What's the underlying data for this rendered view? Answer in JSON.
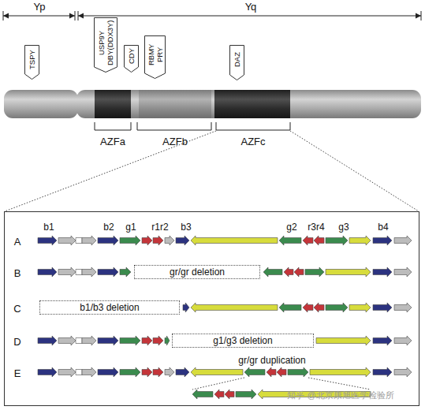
{
  "diagram": {
    "nodes": [
      {
        "text": [
          "TSPY"
        ]
      },
      {
        "text": [
          "USP9Y DBY(DDX3Y)"
        ]
      },
      {
        "text": [
          "CDY"
        ]
      },
      {
        "text": [
          "RBMY PRY"
        ]
      },
      {
        "text": [
          "DAZ"
        ]
      },
      {
        "text": [
          "gr/gr deletion"
        ]
      },
      {
        "text": [
          "b1/b3 deletion"
        ]
      },
      {
        "text": [
          "g1/g3 deletion"
        ]
      }
    ],
    "labels": [
      "Yp",
      "Yq",
      "AZFa",
      "AZFb",
      "AZFc",
      "b1",
      "b2",
      "g1",
      "r1r2",
      "b3",
      "g2",
      "r3r4",
      "g3",
      "b4",
      "A",
      "B",
      "C",
      "D",
      "gr/gr duplication",
      "E",
      "知乎 @北京康旭医学检验所"
    ]
  }
}
